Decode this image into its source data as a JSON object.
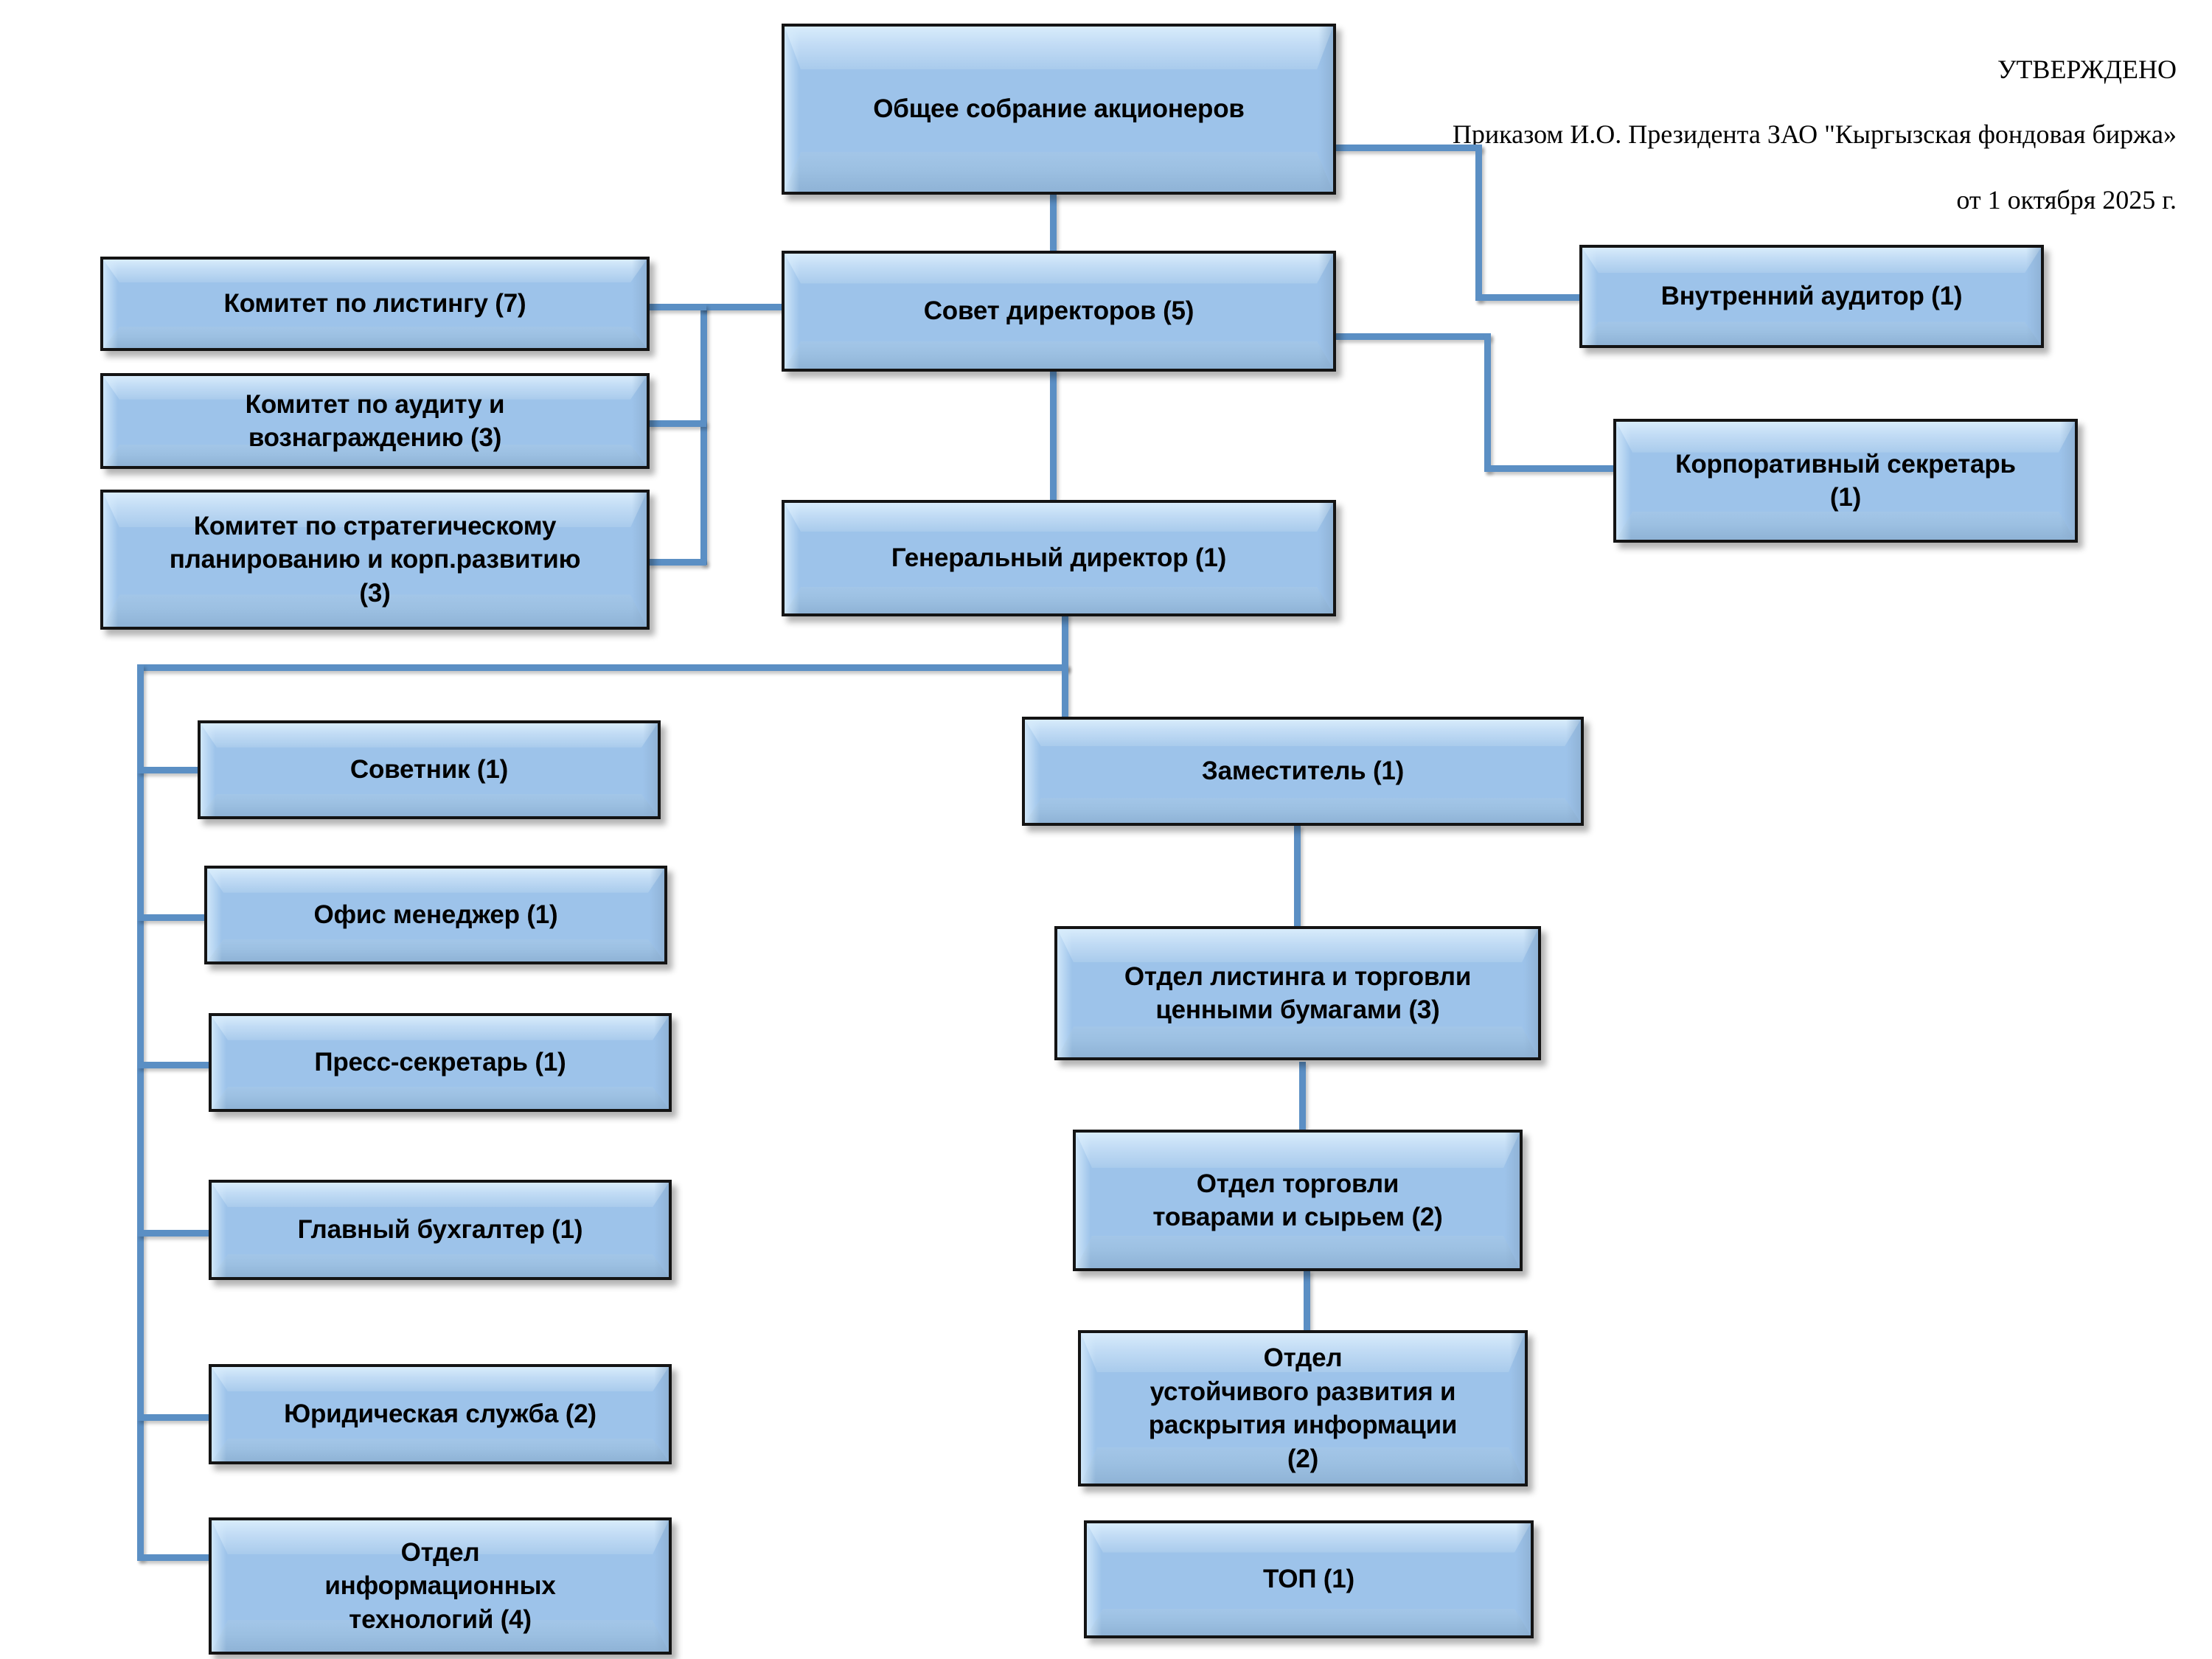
{
  "approval": {
    "line1": "УТВЕРЖДЕНО",
    "line2": "Приказом И.О. Президента ЗАО \"Кыргызская фондовая биржа»",
    "line3": "от 1 октября 2025 г."
  },
  "colors": {
    "box_fill": "#9dc3ea",
    "box_bevel_light": "#d8ecfb",
    "box_bevel_dark": "#8fb3d6",
    "box_border": "#141414",
    "connector": "#5b8fc4",
    "text": "#000000",
    "background": "#ffffff"
  },
  "chart_data": {
    "type": "diagram",
    "title": "Организационная структура ЗАО \"Кыргызская фондовая биржа\"",
    "nodes": [
      {
        "id": "shareholders",
        "label": "Общее собрание акционеров",
        "headcount": null
      },
      {
        "id": "board",
        "label": "Совет директоров (5)",
        "headcount": 5
      },
      {
        "id": "internal-auditor",
        "label": "Внутренний аудитор (1)",
        "headcount": 1
      },
      {
        "id": "corp-secretary",
        "label": "Корпоративный секретарь\n(1)",
        "headcount": 1
      },
      {
        "id": "listing-committee",
        "label": "Комитет по листингу (7)",
        "headcount": 7
      },
      {
        "id": "audit-committee",
        "label": "Комитет по аудиту и\nвознаграждению (3)",
        "headcount": 3
      },
      {
        "id": "strategy-committee",
        "label": "Комитет по стратегическому\nпланированию и корп.развитию\n(3)",
        "headcount": 3
      },
      {
        "id": "gen-director",
        "label": "Генеральный директор (1)",
        "headcount": 1
      },
      {
        "id": "advisor",
        "label": "Советник (1)",
        "headcount": 1
      },
      {
        "id": "office-manager",
        "label": "Офис менеджер (1)",
        "headcount": 1
      },
      {
        "id": "press-secretary",
        "label": "Пресс-секретарь (1)",
        "headcount": 1
      },
      {
        "id": "chief-accountant",
        "label": "Главный бухгалтер (1)",
        "headcount": 1
      },
      {
        "id": "legal-service",
        "label": "Юридическая служба (2)",
        "headcount": 2
      },
      {
        "id": "it-department",
        "label": "Отдел\nинформационных\nтехнологий (4)",
        "headcount": 4
      },
      {
        "id": "deputy",
        "label": "Заместитель (1)",
        "headcount": 1
      },
      {
        "id": "listing-trading-dept",
        "label": "Отдел  листинга и торговли\nценными бумагами (3)",
        "headcount": 3
      },
      {
        "id": "commodity-trading-dept",
        "label": "Отдел торговли\nтоварами и сырьем (2)",
        "headcount": 2
      },
      {
        "id": "sustainability-dept",
        "label": "Отдел\nустойчивого развития и\nраскрытия информации\n(2)",
        "headcount": 2
      },
      {
        "id": "top",
        "label": "ТОП (1)",
        "headcount": 1
      }
    ],
    "edges": [
      {
        "from": "shareholders",
        "to": "board"
      },
      {
        "from": "shareholders",
        "to": "internal-auditor"
      },
      {
        "from": "board",
        "to": "corp-secretary"
      },
      {
        "from": "board",
        "to": "listing-committee"
      },
      {
        "from": "board",
        "to": "audit-committee"
      },
      {
        "from": "board",
        "to": "strategy-committee"
      },
      {
        "from": "board",
        "to": "gen-director"
      },
      {
        "from": "gen-director",
        "to": "advisor"
      },
      {
        "from": "gen-director",
        "to": "office-manager"
      },
      {
        "from": "gen-director",
        "to": "press-secretary"
      },
      {
        "from": "gen-director",
        "to": "chief-accountant"
      },
      {
        "from": "gen-director",
        "to": "legal-service"
      },
      {
        "from": "gen-director",
        "to": "it-department"
      },
      {
        "from": "gen-director",
        "to": "deputy"
      },
      {
        "from": "deputy",
        "to": "listing-trading-dept"
      },
      {
        "from": "listing-trading-dept",
        "to": "commodity-trading-dept"
      },
      {
        "from": "commodity-trading-dept",
        "to": "sustainability-dept"
      }
    ]
  }
}
